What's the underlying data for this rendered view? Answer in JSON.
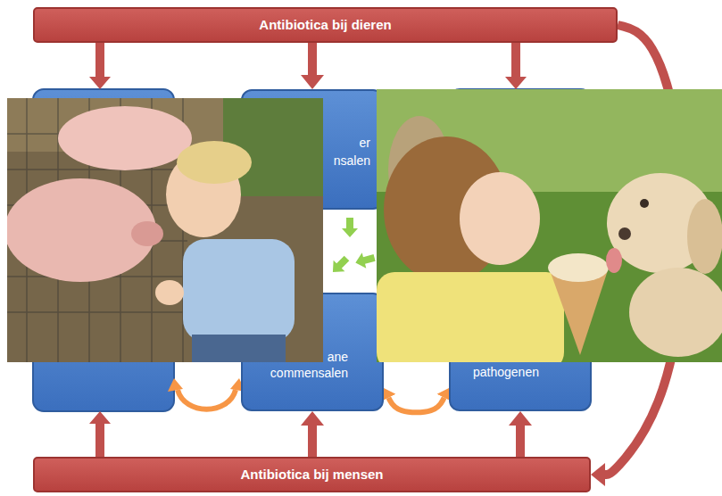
{
  "diagram": {
    "nodes": [
      {
        "text": [
          "Antibiotica bij dieren"
        ]
      },
      {
        "text": [
          "er nsalen"
        ]
      },
      {
        "text": [
          "ane commensalen"
        ]
      },
      {
        "text": [
          "pathogenen"
        ]
      },
      {
        "text": [
          "Antibiotica bij mensen"
        ]
      }
    ],
    "edges": [
      {
        "from": 0,
        "to": 1,
        "arrow": "to"
      },
      {
        "from": 4,
        "to": 2,
        "arrow": "to"
      },
      {
        "from": 4,
        "to": 3,
        "arrow": "to"
      },
      {
        "from": 0,
        "to": 4,
        "arrow": "to"
      },
      {
        "from": 2,
        "to": 3,
        "arrow": "both"
      }
    ]
  }
}
